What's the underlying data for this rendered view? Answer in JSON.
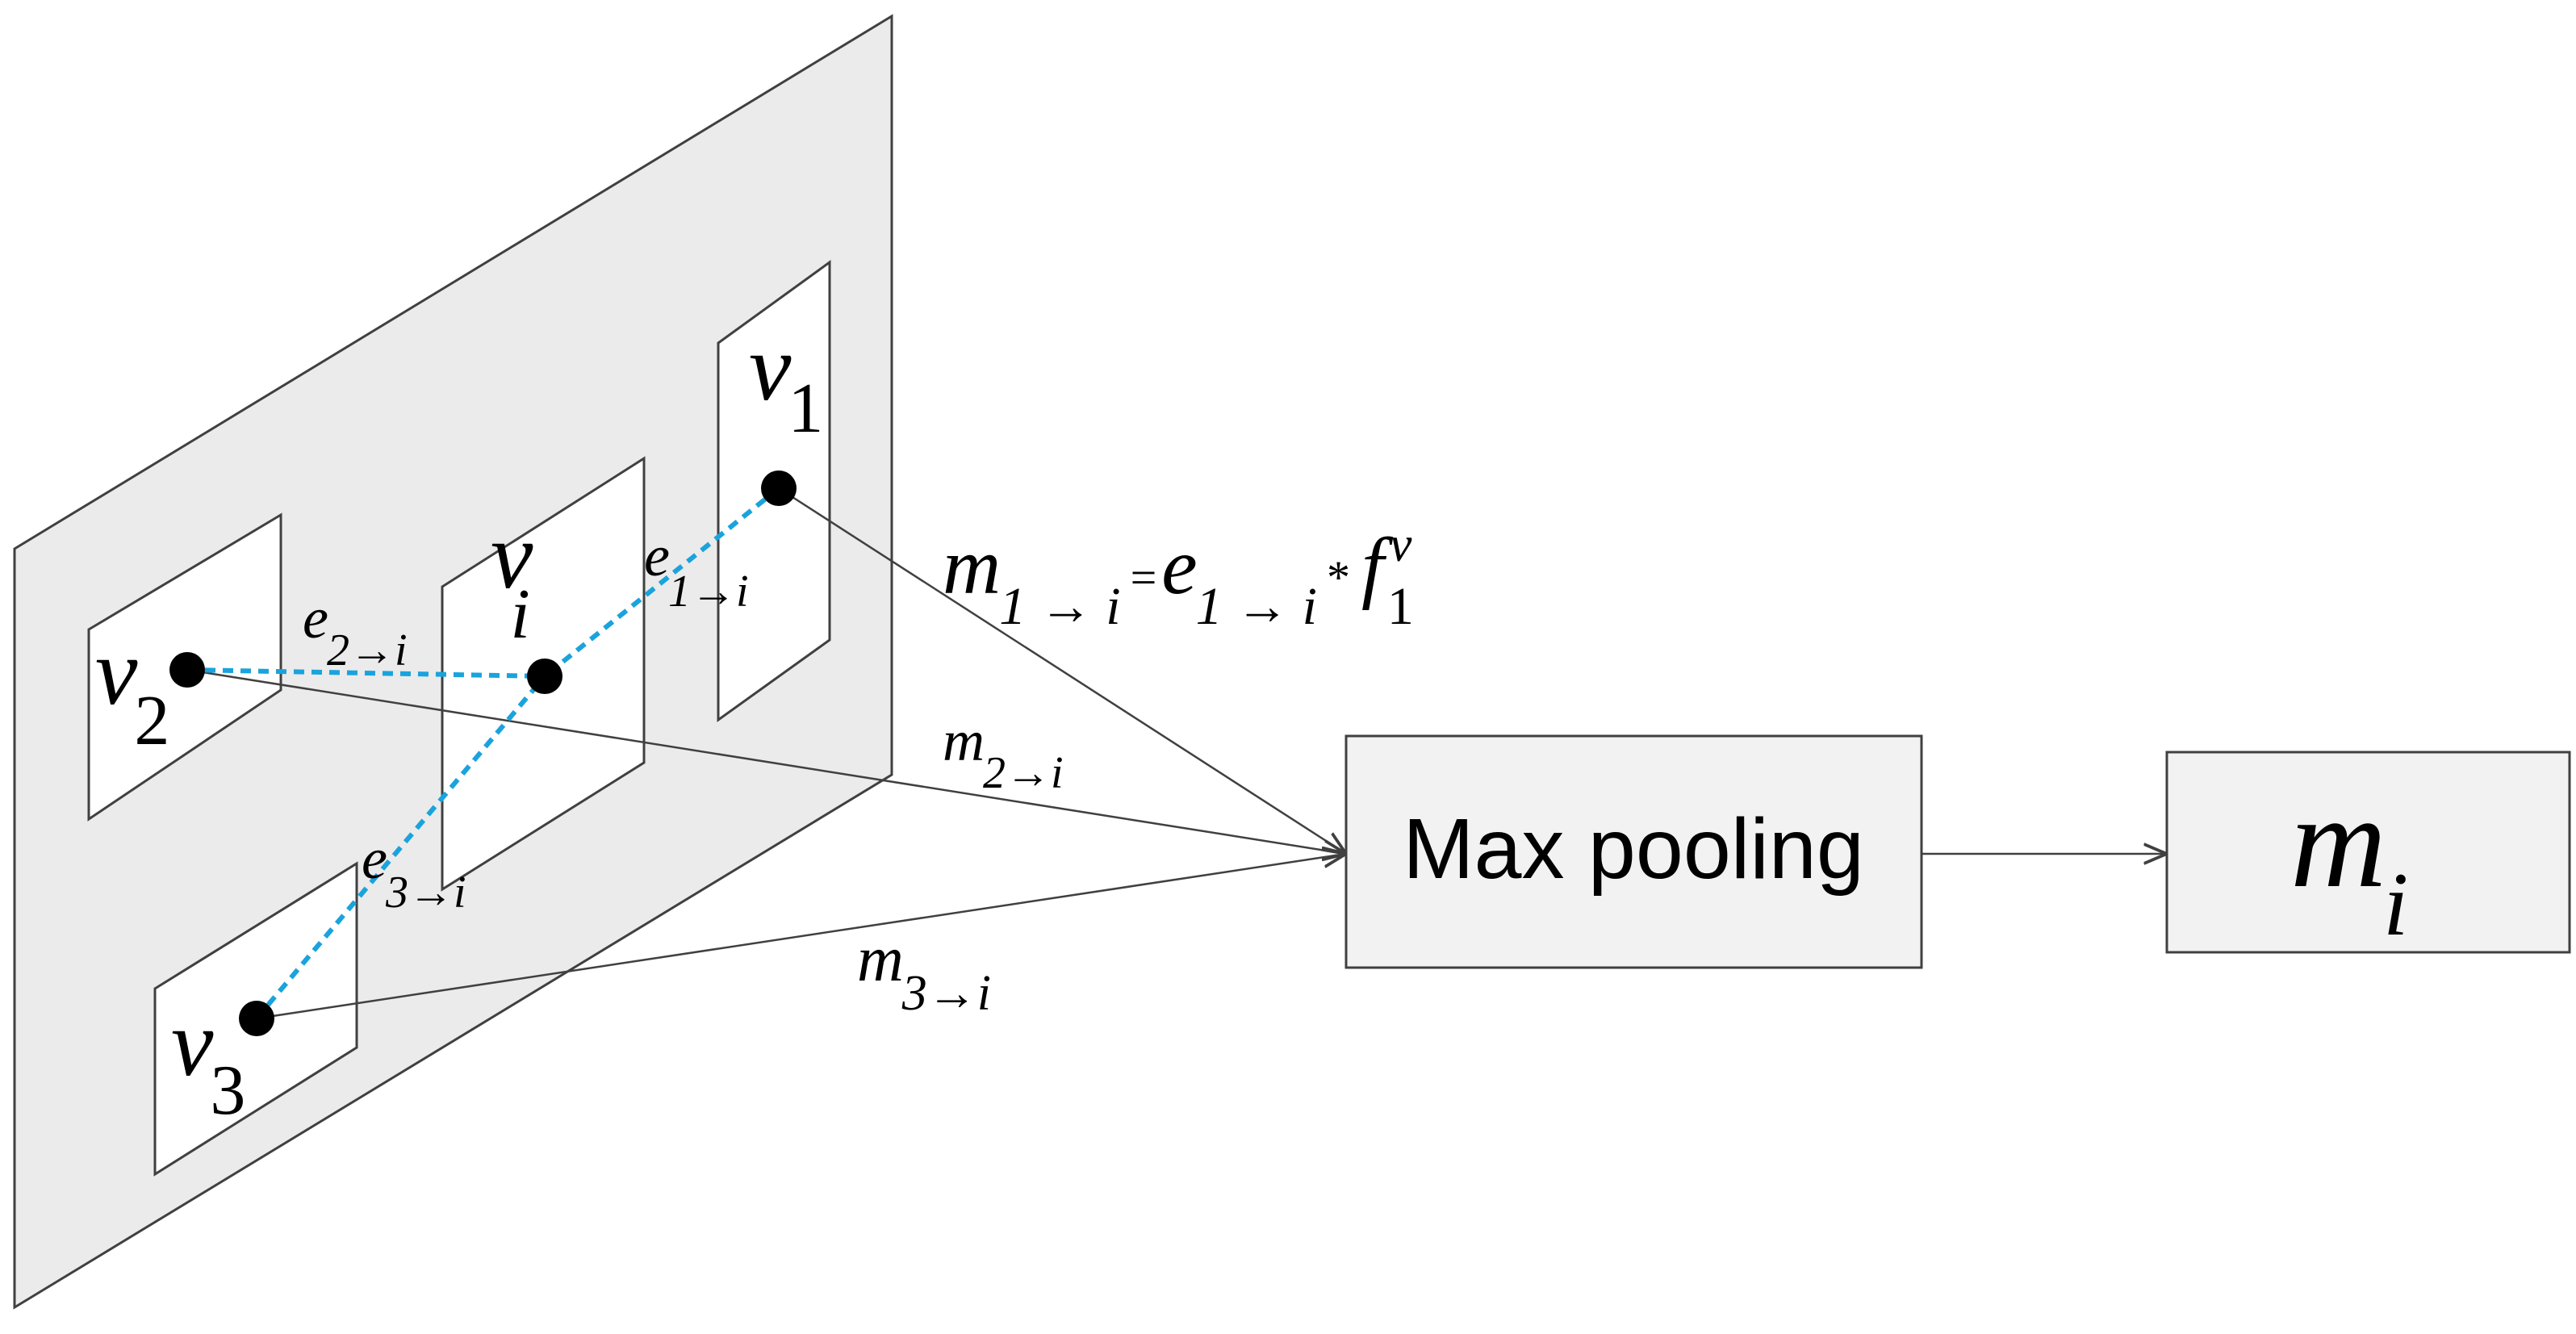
{
  "nodes": {
    "v1": {
      "base": "v",
      "sub": "1"
    },
    "v2": {
      "base": "v",
      "sub": "2"
    },
    "v3": {
      "base": "v",
      "sub": "3"
    },
    "vi": {
      "base": "v",
      "sub": "i"
    }
  },
  "edges": {
    "e1": {
      "base": "e",
      "sub": "1→i"
    },
    "e2": {
      "base": "e",
      "sub": "2→i"
    },
    "e3": {
      "base": "e",
      "sub": "3→i"
    }
  },
  "messages": {
    "m1_formula": {
      "m_base": "m",
      "m_sub": "1 → i",
      "equals": "=",
      "e_base": "e",
      "e_sub": "1 → i",
      "times": "*",
      "f_base": "f",
      "f_sub": "1",
      "f_sup": "v"
    },
    "m2": {
      "base": "m",
      "sub": "2→i"
    },
    "m3": {
      "base": "m",
      "sub": "3→i"
    }
  },
  "boxes": {
    "max_pooling": "Max pooling",
    "output": {
      "base": "m",
      "sub": "i"
    }
  },
  "colors": {
    "plane_fill": "#ebebeb",
    "stroke": "#404040",
    "dashed_edge": "#1aa3dc",
    "node_fill": "#000000"
  }
}
